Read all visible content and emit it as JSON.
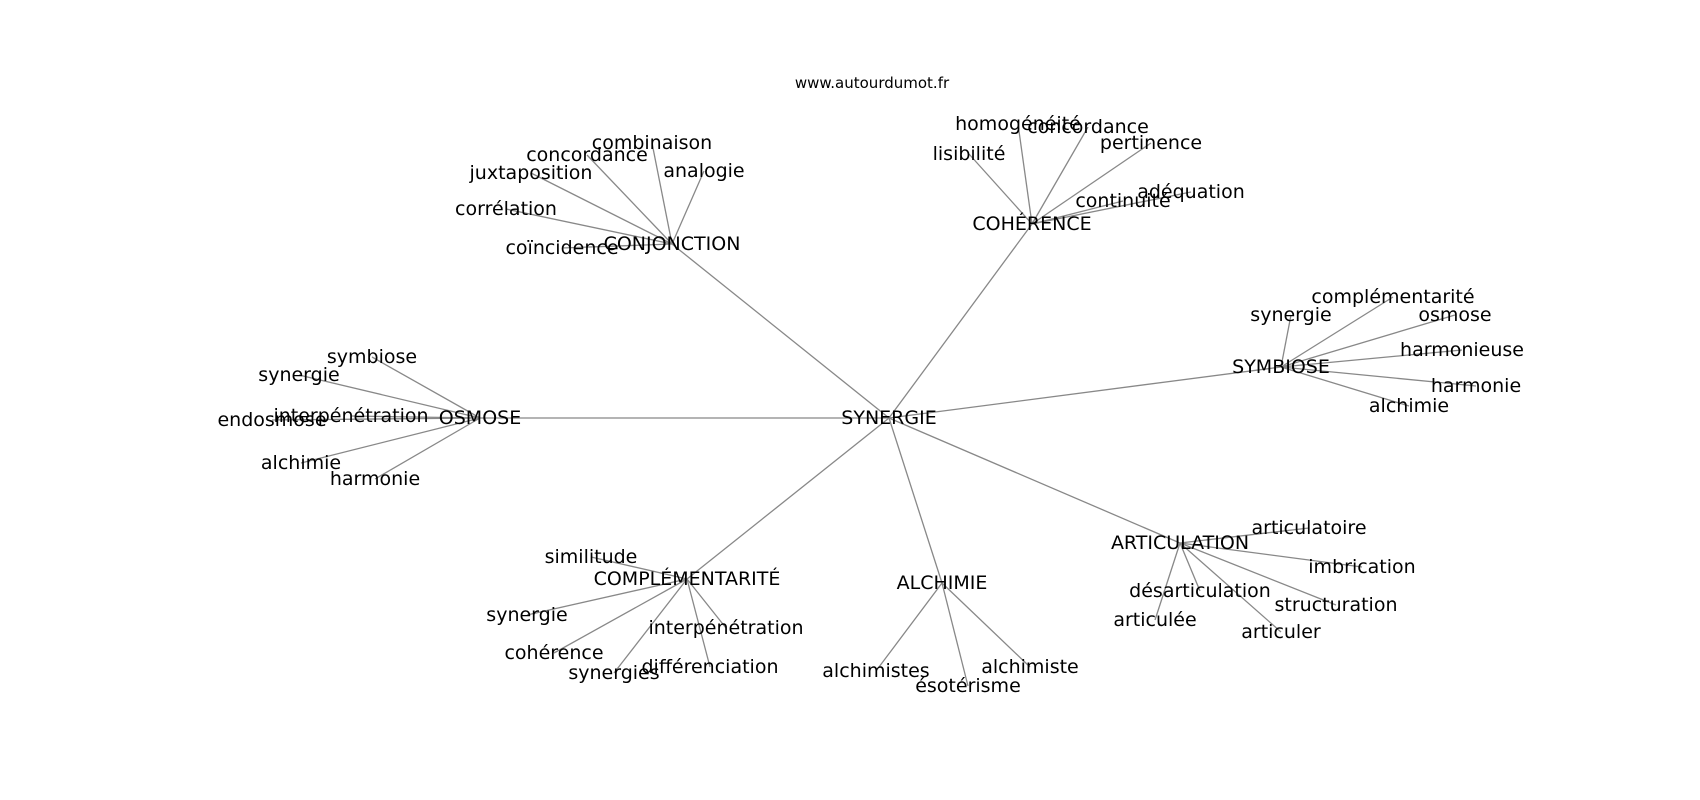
{
  "source": "www.autourdumot.fr",
  "root": {
    "label": "SYNERGIE",
    "children": [
      {
        "label": "CONJONCTION",
        "children": [
          "combinaison",
          "concordance",
          "juxtaposition",
          "analogie",
          "corrélation",
          "coïncidence"
        ]
      },
      {
        "label": "COHÉRENCE",
        "children": [
          "homogénéité",
          "concordance",
          "lisibilité",
          "pertinence",
          "adéquation",
          "continuité"
        ]
      },
      {
        "label": "SYMBIOSE",
        "children": [
          "complémentarité",
          "synergie",
          "osmose",
          "harmonieuse",
          "harmonie",
          "alchimie"
        ]
      },
      {
        "label": "OSMOSE",
        "children": [
          "symbiose",
          "synergie",
          "interpénétration",
          "endosmose",
          "alchimie",
          "harmonie"
        ]
      },
      {
        "label": "COMPLÉMENTARITÉ",
        "children": [
          "similitude",
          "synergie",
          "interpénétration",
          "cohérence",
          "différenciation",
          "synergies"
        ]
      },
      {
        "label": "ALCHIMIE",
        "children": [
          "alchimiste",
          "alchimistes",
          "ésotérisme"
        ]
      },
      {
        "label": "ARTICULATION",
        "children": [
          "articulatoire",
          "imbrication",
          "désarticulation",
          "structuration",
          "articulée",
          "articuler"
        ]
      }
    ]
  }
}
